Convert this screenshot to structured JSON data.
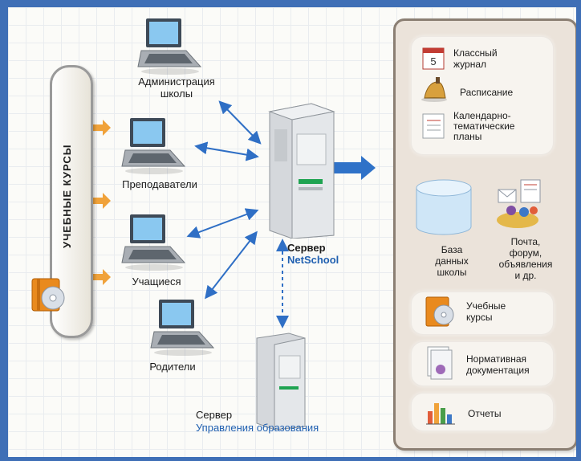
{
  "left": {
    "courses_label": "УЧЕБНЫЕ КУРСЫ"
  },
  "clients": [
    {
      "label": "Администрация\nшколы",
      "icon": "laptop-icon"
    },
    {
      "label": "Преподаватели",
      "icon": "laptop-icon"
    },
    {
      "label": "Учащиеся",
      "icon": "laptop-icon"
    },
    {
      "label": "Родители",
      "icon": "laptop-icon"
    }
  ],
  "main_server": {
    "line1": "Сервер",
    "line2": "NetSchool"
  },
  "edu_server": {
    "line1": "Сервер",
    "line2": "Управления образования"
  },
  "services": {
    "journal": "Классный\nжурнал",
    "schedule": "Расписание",
    "plans": "Календарно-\nтематические\nпланы",
    "database": "База\nданных\nшколы",
    "mail": "Почта,\nфорум,\nобъявления\nи др.",
    "courses": "Учебные\nкурсы",
    "docs": "Нормативная\nдокументация",
    "reports": "Отчеты",
    "journal_date": "5"
  },
  "colors": {
    "background": "#3f6fb6",
    "arrow_blue": "#2f6fc5",
    "arrow_orange": "#f0a23a",
    "panel_border": "#8b7f73",
    "accent_text": "#1f5fb0"
  }
}
